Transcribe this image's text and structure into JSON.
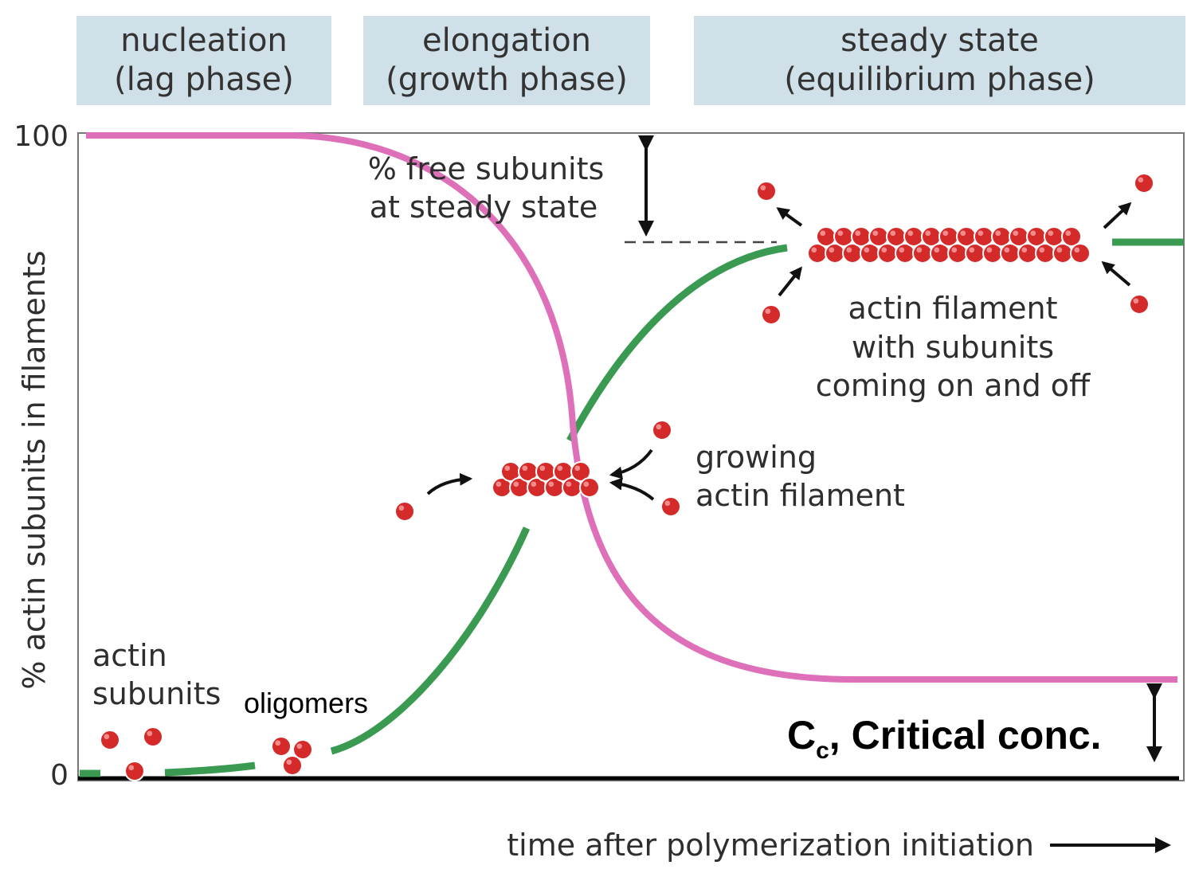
{
  "phases": [
    {
      "line1": "nucleation",
      "line2": "(lag phase)"
    },
    {
      "line1": "elongation",
      "line2": "(growth phase)"
    },
    {
      "line1": "steady state",
      "line2": "(equilibrium phase)"
    }
  ],
  "axes": {
    "y_label": "% actin subunits in filaments",
    "y_tick_max": "100",
    "y_tick_min": "0",
    "x_label": "time after polymerization initiation"
  },
  "annotations": {
    "free_subunits_1": "% free subunits",
    "free_subunits_2": "at steady state",
    "steady_filament_1": "actin filament",
    "steady_filament_2": "with subunits",
    "steady_filament_3": "coming on and off",
    "growing_1": "growing",
    "growing_2": "actin filament",
    "actin_subunits_1": "actin",
    "actin_subunits_2": "subunits",
    "oligomers": "oligomers",
    "critical_main": "C",
    "critical_sub": "c",
    "critical_rest": ", Critical conc."
  },
  "colors": {
    "filament_curve": "#3a9a52",
    "free_curve": "#dd70b8",
    "subunit": "#d42a2a",
    "phase_box": "#cfe0e8"
  }
}
